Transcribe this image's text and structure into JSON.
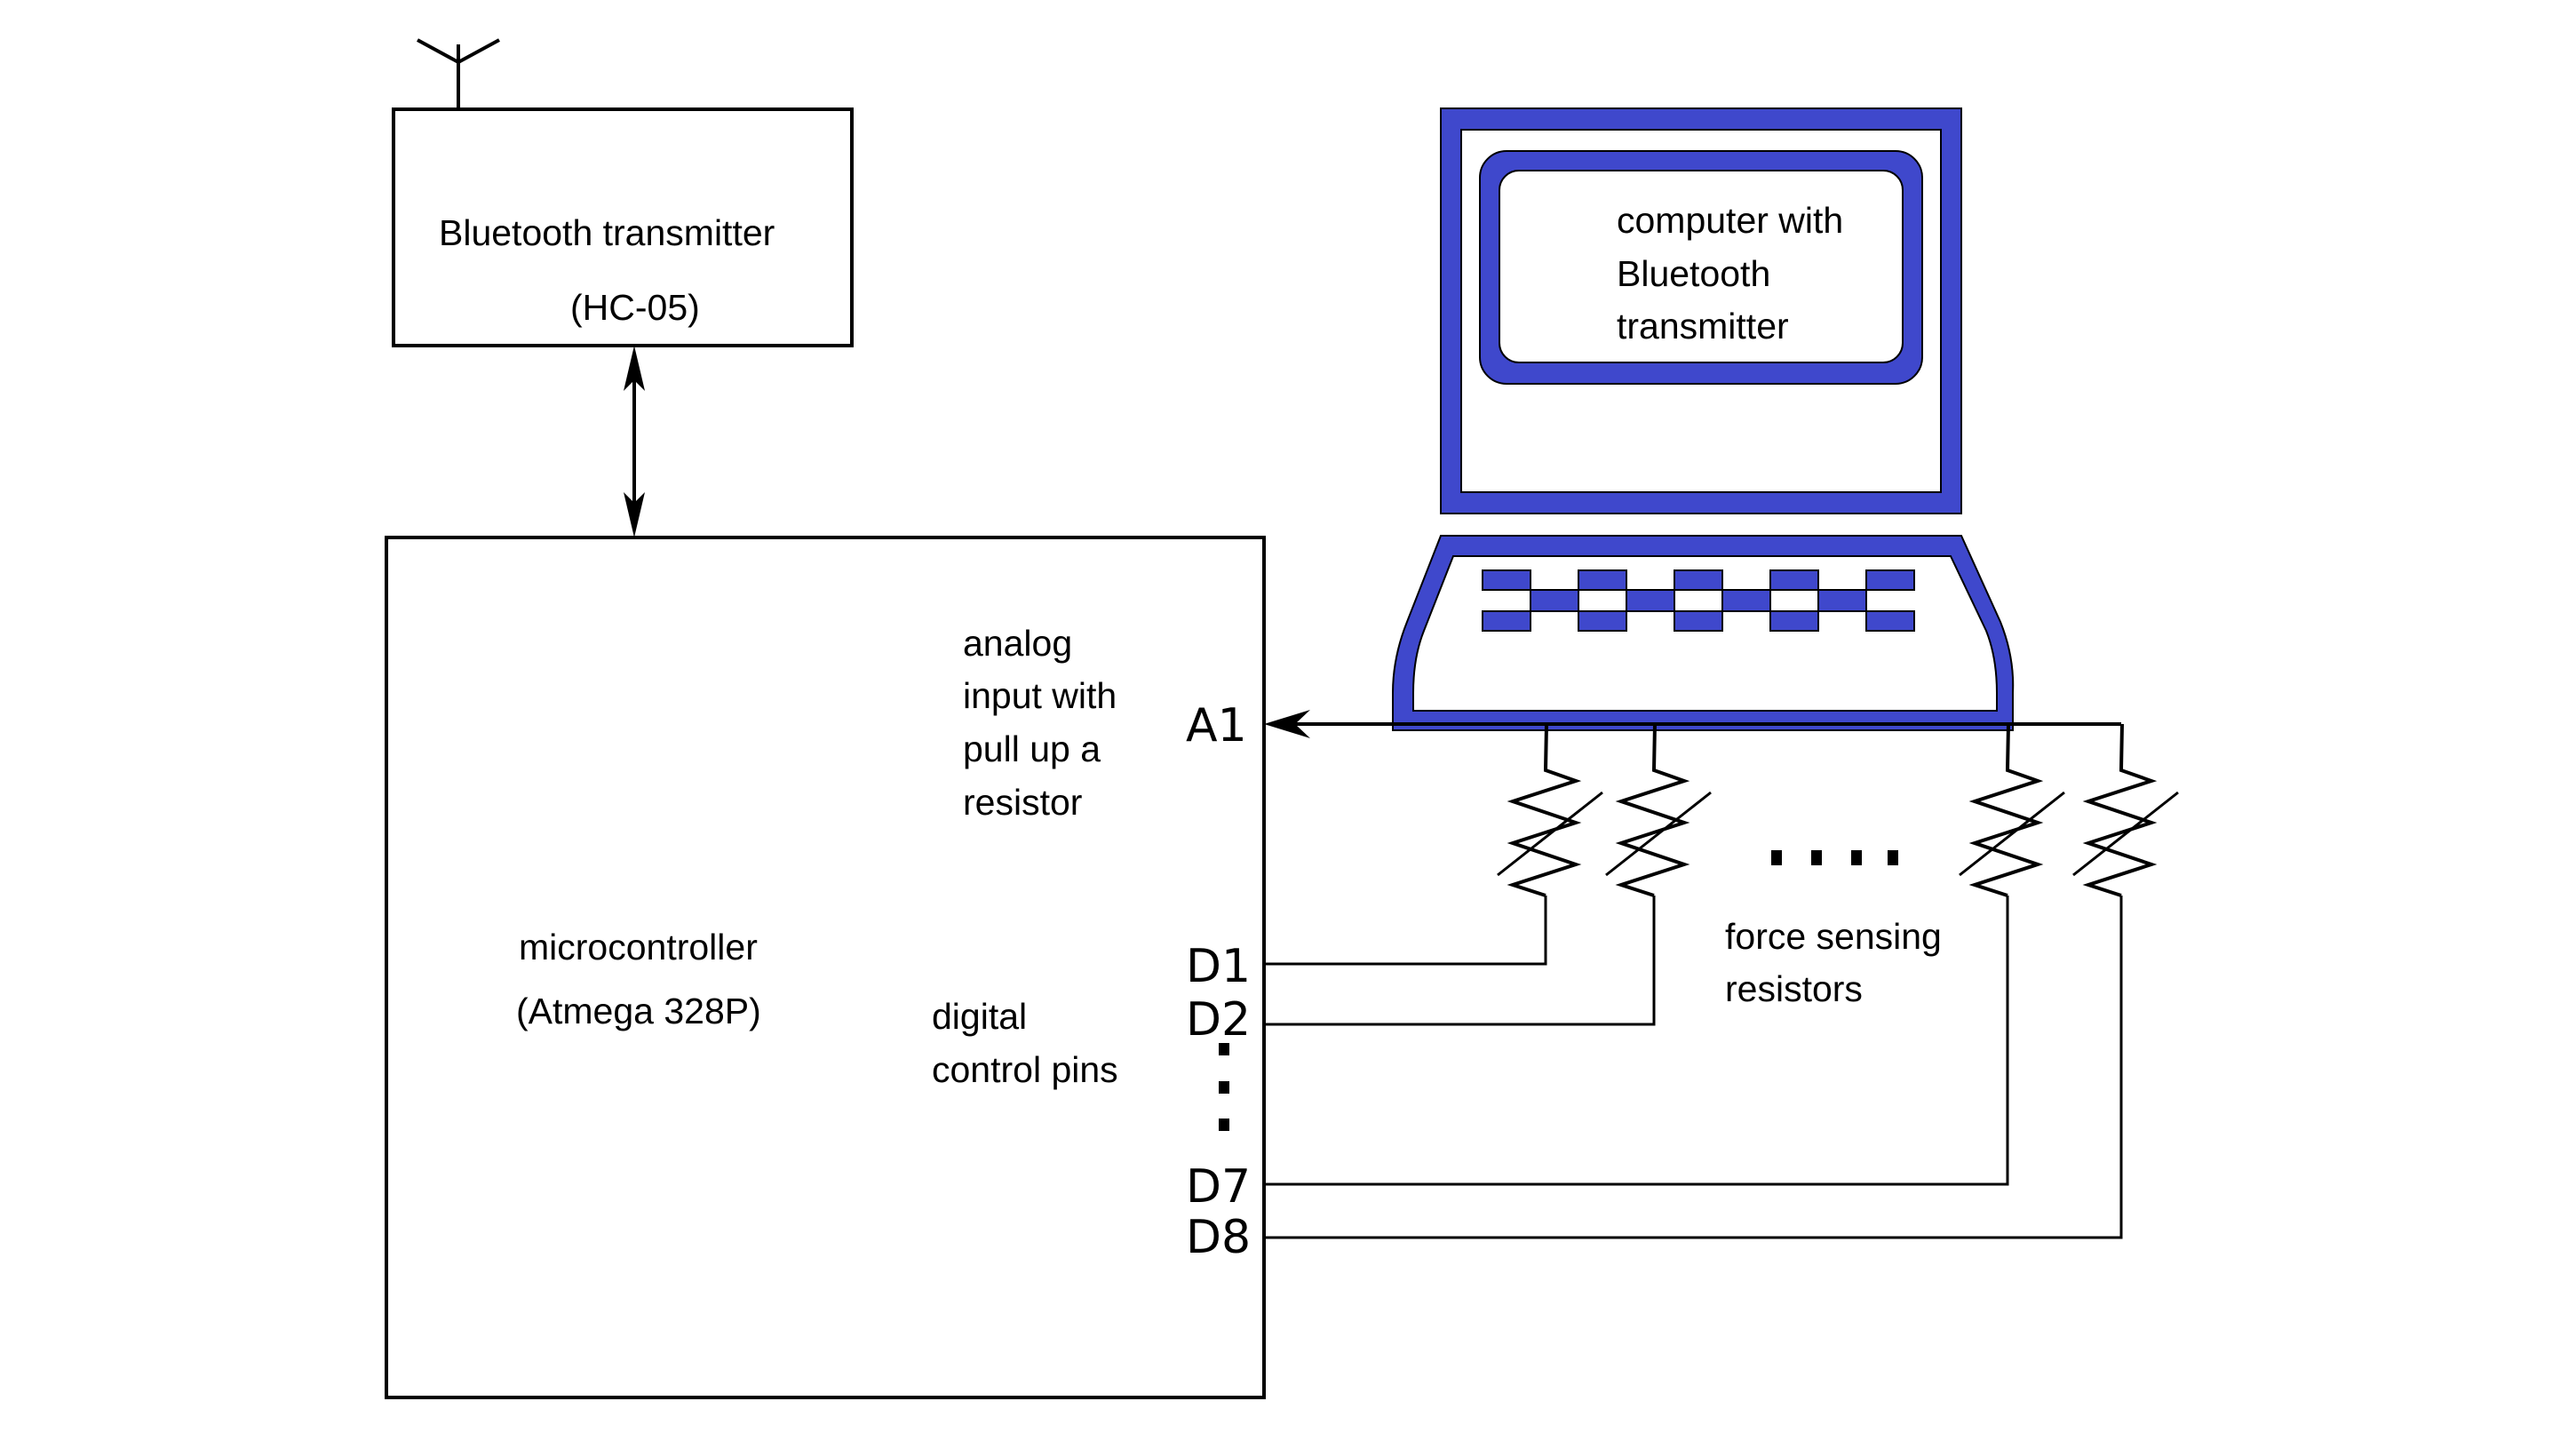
{
  "diagram": {
    "bluetooth_module": {
      "title": "Bluetooth transmitter",
      "model": "(HC-05)"
    },
    "computer": {
      "lines": [
        "computer with",
        "Bluetooth",
        "transmitter"
      ]
    },
    "microcontroller": {
      "title": "microcontroller",
      "model": "(Atmega 328P)",
      "analog_note": [
        "analog",
        "input with",
        "pull up a",
        "resistor"
      ],
      "digital_note": [
        "digital",
        "control pins"
      ],
      "pins": {
        "analog": "A1",
        "digital": [
          "D1",
          "D2",
          "D7",
          "D8"
        ]
      }
    },
    "sensors": {
      "label": [
        "force sensing",
        "resistors"
      ],
      "count_shown": 4
    },
    "colors": {
      "laptop_blue": "#3f48cc",
      "line": "#000000"
    }
  }
}
